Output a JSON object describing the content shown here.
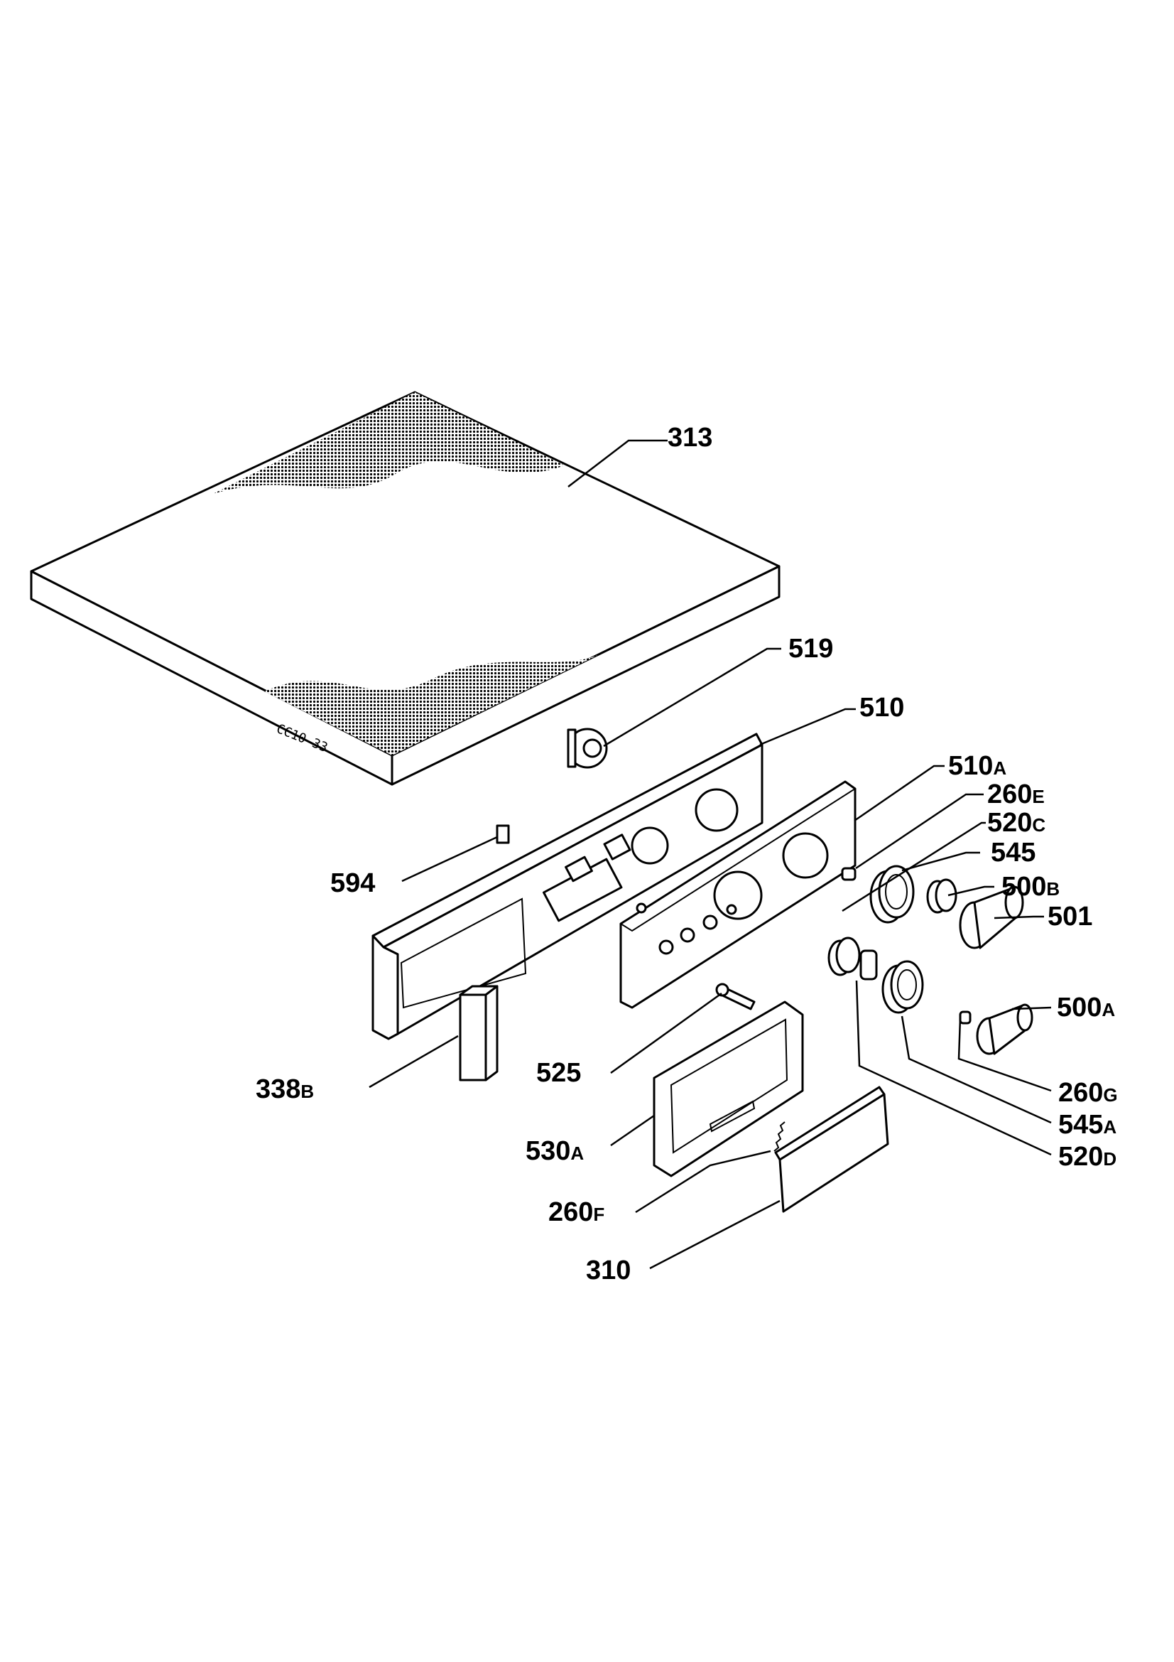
{
  "diagram": {
    "stamp": "CC10-33",
    "labels": [
      {
        "id": "313",
        "num": "313",
        "suffix": ""
      },
      {
        "id": "519",
        "num": "519",
        "suffix": ""
      },
      {
        "id": "510",
        "num": "510",
        "suffix": ""
      },
      {
        "id": "510a",
        "num": "510",
        "suffix": "A"
      },
      {
        "id": "260e",
        "num": "260",
        "suffix": "E"
      },
      {
        "id": "520c",
        "num": "520",
        "suffix": "C"
      },
      {
        "id": "545",
        "num": "545",
        "suffix": ""
      },
      {
        "id": "500b",
        "num": "500",
        "suffix": "B"
      },
      {
        "id": "501",
        "num": "501",
        "suffix": ""
      },
      {
        "id": "594",
        "num": "594",
        "suffix": ""
      },
      {
        "id": "500a",
        "num": "500",
        "suffix": "A"
      },
      {
        "id": "338b",
        "num": "338",
        "suffix": "B"
      },
      {
        "id": "525",
        "num": "525",
        "suffix": ""
      },
      {
        "id": "260g",
        "num": "260",
        "suffix": "G"
      },
      {
        "id": "545a",
        "num": "545",
        "suffix": "A"
      },
      {
        "id": "530a",
        "num": "530",
        "suffix": "A"
      },
      {
        "id": "520d",
        "num": "520",
        "suffix": "D"
      },
      {
        "id": "260f",
        "num": "260",
        "suffix": "F"
      },
      {
        "id": "310",
        "num": "310",
        "suffix": ""
      }
    ]
  }
}
